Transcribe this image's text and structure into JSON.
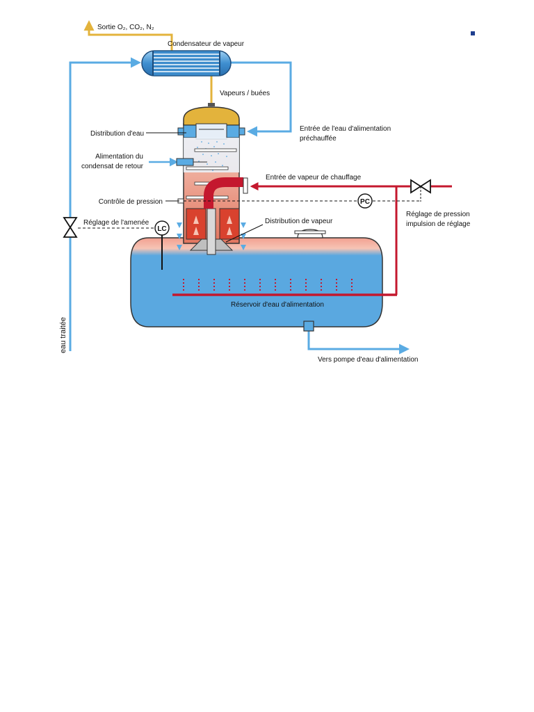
{
  "labels": {
    "outlet": "Sortie O₂, CO₂, N₂",
    "condenser": "Condensateur de vapeur",
    "vapors": "Vapeurs / buées",
    "water_distribution": "Distribution d'eau",
    "feed_water_inlet_1": "Entrée de l'eau d'alimentation",
    "feed_water_inlet_2": "préchauffée",
    "return_condensate_1": "Alimentation du",
    "return_condensate_2": "condensat de retour",
    "steam_inlet": "Entrée de vapeur de chauffage",
    "pressure_control": "Contrôle de pression",
    "pressure_regulation_1": "Réglage de pression",
    "pressure_regulation_2": "impulsion de réglage",
    "inflow_regulation": "Réglage de l'amenée",
    "steam_distribution": "Distribution de vapeur",
    "reservoir": "Réservoir d'eau d'alimentation",
    "to_pump": "Vers pompe d'eau d'alimentation",
    "treated_water": "eau traitée",
    "lc": "LC",
    "pc": "PC"
  },
  "colors": {
    "water_blue": "#5aabe3",
    "steam_red": "#c4182e",
    "vapor_yellow": "#e3b33c",
    "hot_salmon": "#f2a18e",
    "accent_navy": "#1f3f8f"
  }
}
